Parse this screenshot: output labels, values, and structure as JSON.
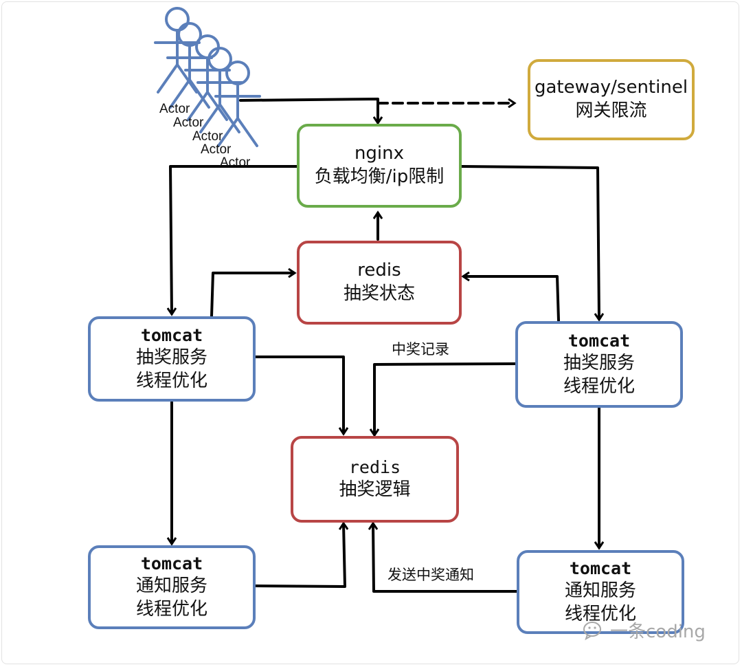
{
  "diagram": {
    "actors": {
      "count": 5,
      "label": "Actor",
      "color": "#5b7fba"
    },
    "nodes": {
      "gateway": {
        "line1": "gateway/sentinel",
        "line2": "网关限流",
        "color": "#d0aa3d"
      },
      "nginx": {
        "line1": "nginx",
        "line2": "负载均衡/ip限制",
        "color": "#6aab4a"
      },
      "redis_state": {
        "line1": "redis",
        "line2": "抽奖状态",
        "color": "#b84545"
      },
      "tomcat_lottery_left": {
        "line1": "tomcat",
        "line2": "抽奖服务",
        "line3": "线程优化",
        "color": "#5b7fba"
      },
      "tomcat_lottery_right": {
        "line1": "tomcat",
        "line2": "抽奖服务",
        "line3": "线程优化",
        "color": "#5b7fba"
      },
      "redis_logic": {
        "line1": "redis",
        "line2": "抽奖逻辑",
        "color": "#b84545"
      },
      "tomcat_notify_left": {
        "line1": "tomcat",
        "line2": "通知服务",
        "line3": "线程优化",
        "color": "#5b7fba"
      },
      "tomcat_notify_right": {
        "line1": "tomcat",
        "line2": "通知服务",
        "line3": "线程优化",
        "color": "#5b7fba"
      }
    },
    "edge_labels": {
      "winning_record": "中奖记录",
      "send_notification": "发送中奖通知"
    },
    "edges": [
      {
        "from": "actors",
        "to": "nginx",
        "style": "solid"
      },
      {
        "from": "actors",
        "to": "gateway",
        "style": "dashed"
      },
      {
        "from": "nginx",
        "to": "tomcat_lottery_left",
        "style": "solid"
      },
      {
        "from": "nginx",
        "to": "tomcat_lottery_right",
        "style": "solid"
      },
      {
        "from": "redis_state",
        "to": "nginx",
        "style": "solid"
      },
      {
        "from": "tomcat_lottery_left",
        "to": "redis_state",
        "style": "solid"
      },
      {
        "from": "tomcat_lottery_right",
        "to": "redis_state",
        "style": "solid"
      },
      {
        "from": "tomcat_lottery_left",
        "to": "redis_logic",
        "style": "solid"
      },
      {
        "from": "tomcat_lottery_right",
        "to": "redis_logic",
        "style": "solid",
        "label": "中奖记录"
      },
      {
        "from": "tomcat_lottery_left",
        "to": "tomcat_notify_left",
        "style": "solid"
      },
      {
        "from": "tomcat_lottery_right",
        "to": "tomcat_notify_right",
        "style": "solid"
      },
      {
        "from": "tomcat_notify_left",
        "to": "redis_logic",
        "style": "solid"
      },
      {
        "from": "tomcat_notify_right",
        "to": "redis_logic",
        "style": "solid",
        "label": "发送中奖通知"
      }
    ]
  },
  "watermark": {
    "text": "一条coding",
    "icon": "wechat-icon"
  }
}
